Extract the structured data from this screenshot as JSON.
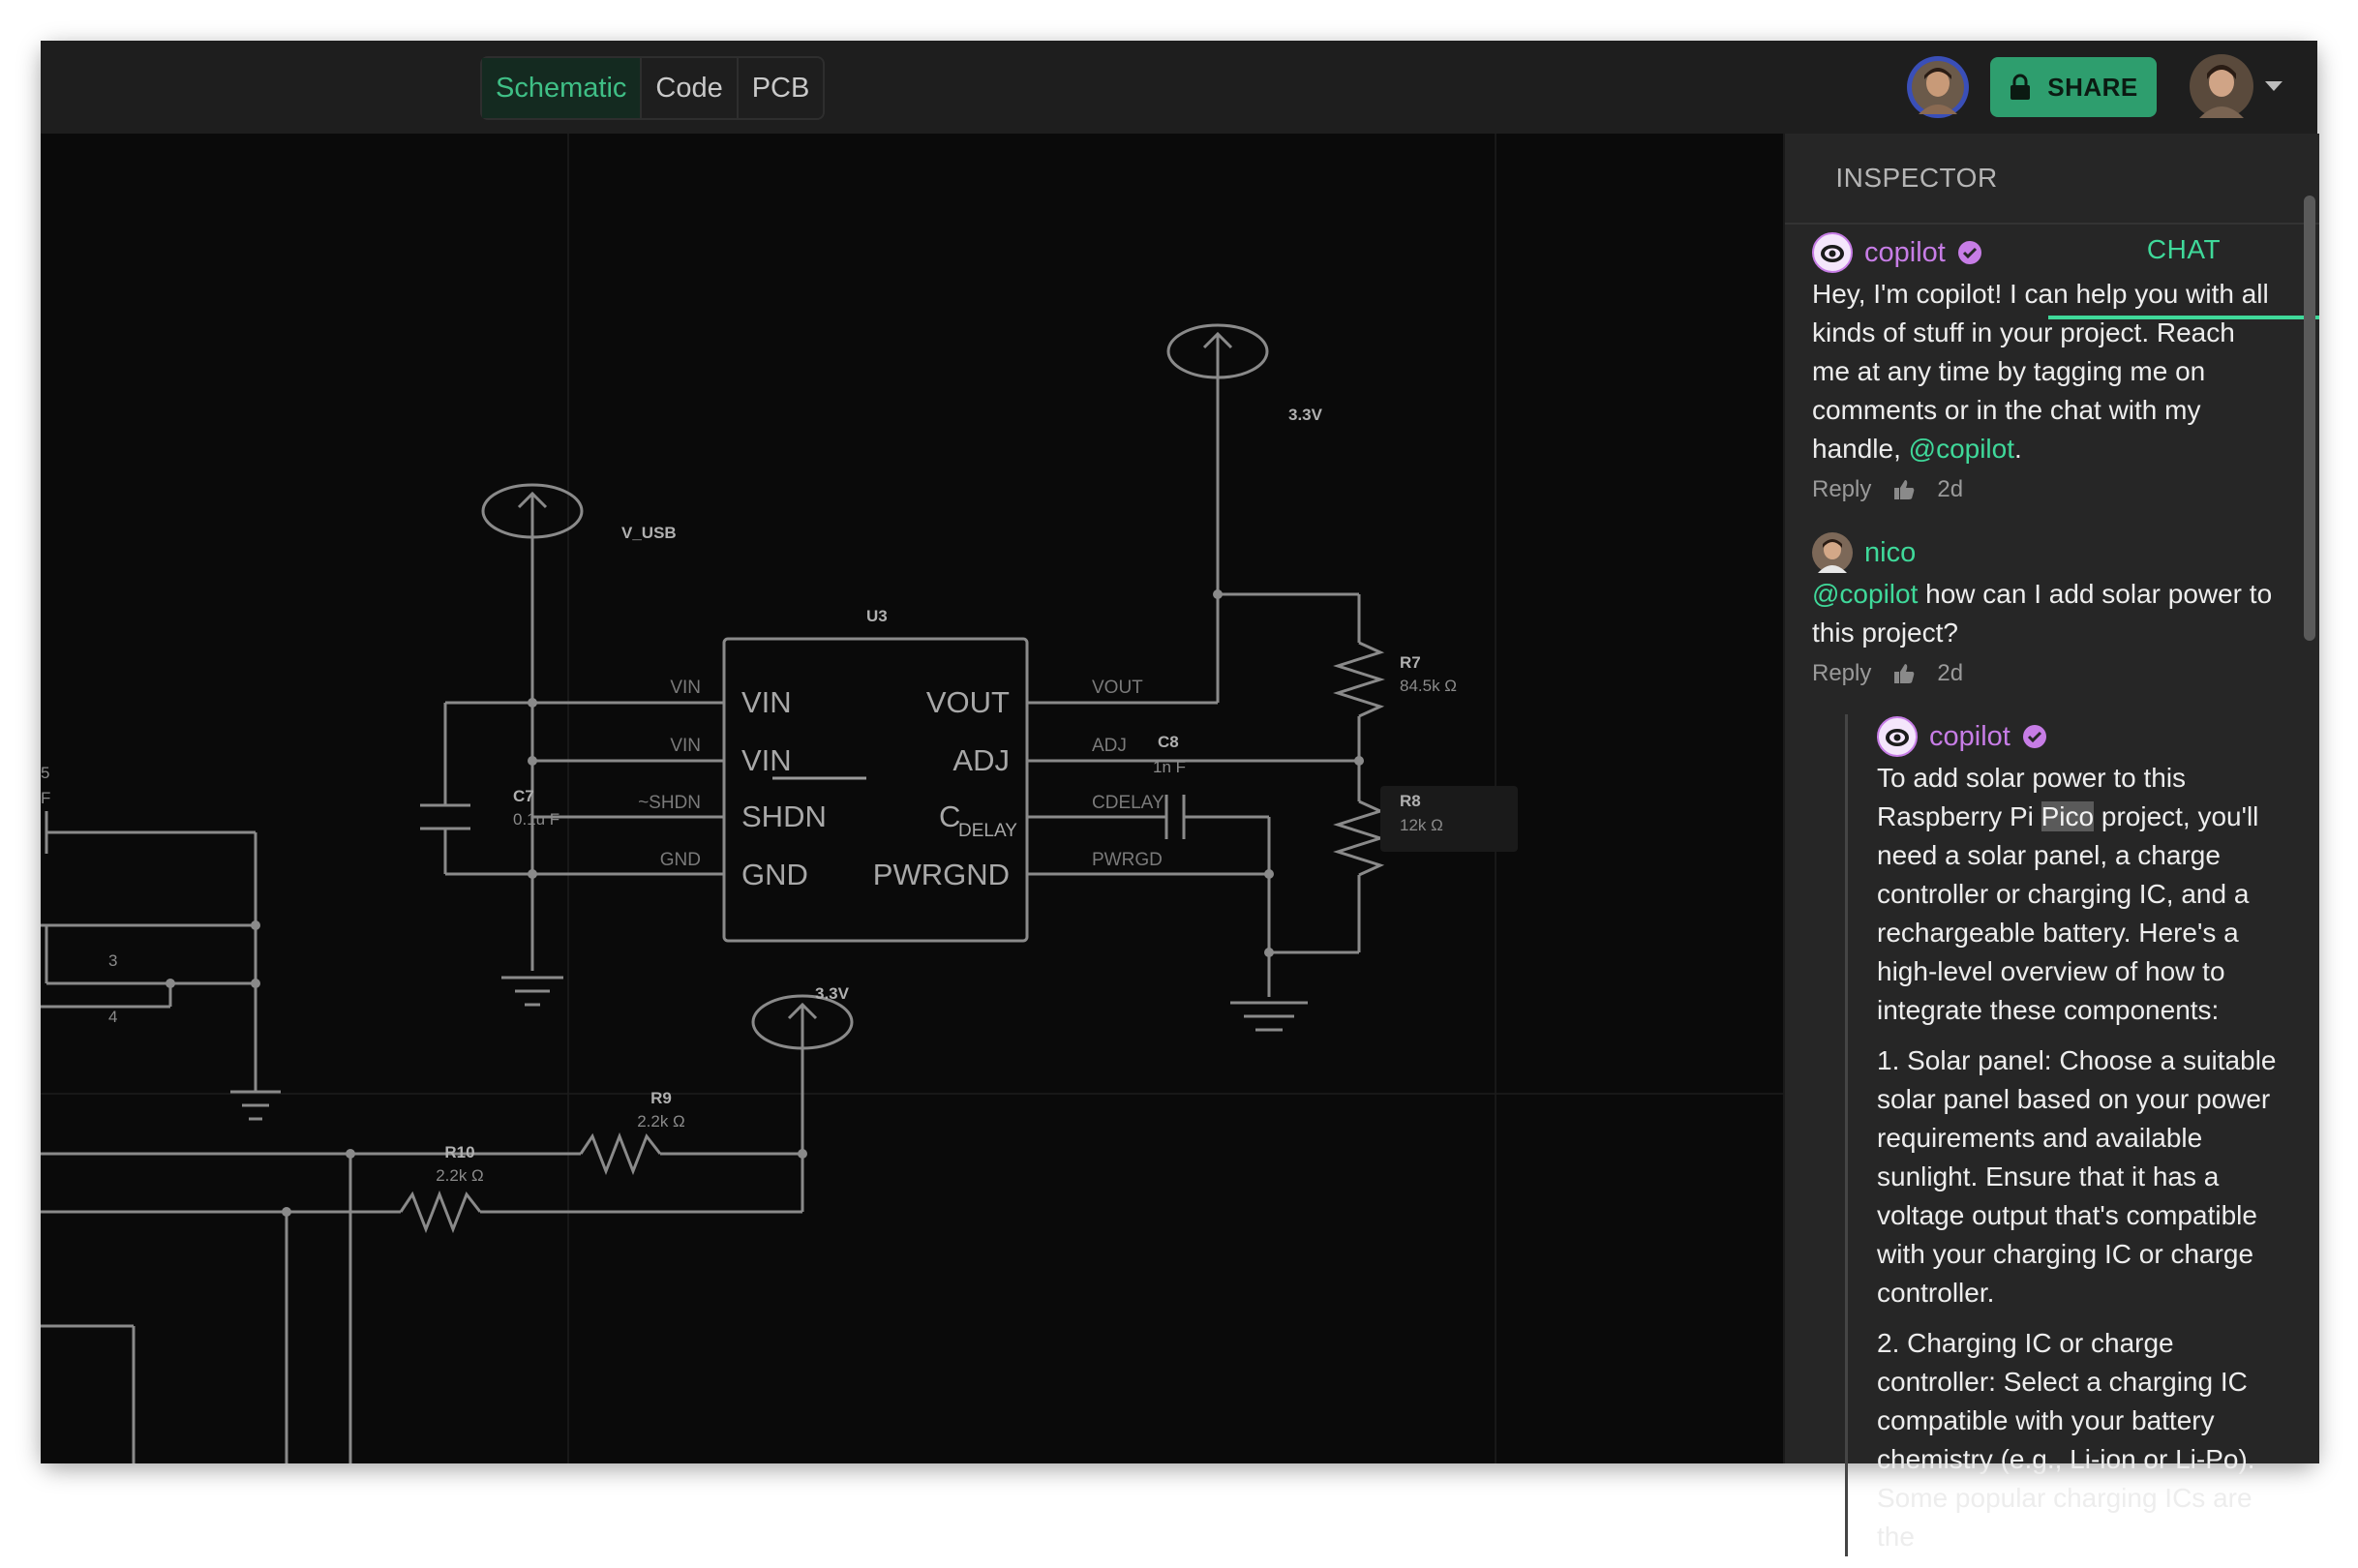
{
  "toolbar": {
    "tabs": [
      "Schematic",
      "Code",
      "PCB"
    ],
    "active_tab": "Schematic",
    "share_label": "SHARE"
  },
  "panel": {
    "tabs": {
      "inspector": "INSPECTOR",
      "chat": "CHAT"
    },
    "active_tab": "CHAT"
  },
  "chat": {
    "messages": [
      {
        "user": "copilot",
        "verified": true,
        "text_before": "Hey, I'm copilot! I can help you with all kinds of stuff in your project. Reach me at any time by tagging me on comments or in the chat with my handle, ",
        "mention": "@copilot",
        "text_after": ".",
        "reply_label": "Reply",
        "age": "2d"
      },
      {
        "user": "nico",
        "mention": "@copilot",
        "text": " how can I add solar power to this project?",
        "reply_label": "Reply",
        "age": "2d"
      }
    ],
    "thread_reply": {
      "user": "copilot",
      "verified": true,
      "intro_before": "To add solar power to this Raspberry Pi ",
      "intro_highlight": "Pico",
      "intro_after": " project, you'll need a solar panel, a charge controller or charging IC, and a rechargeable battery. Here's a high-level overview of how to integrate these components:",
      "point1": "1. Solar panel: Choose a suitable solar panel based on your power requirements and available sunlight. Ensure that it has a voltage output that's compatible with your charging IC or charge controller.",
      "point2": "2. Charging IC or charge controller: Select a charging IC compatible with your battery chemistry (e.g., Li-ion or Li-Po). Some popular charging ICs are the"
    }
  },
  "schematic": {
    "ic": {
      "ref": "U3",
      "pins_left": [
        "VIN",
        "VIN",
        "SHDN",
        "GND"
      ],
      "pins_right": [
        "VOUT",
        "ADJ",
        "C",
        "PWRGND"
      ],
      "pin_c_subscript": "DELAY"
    },
    "net_labels": {
      "vin1": "VIN",
      "vin2": "VIN",
      "shdn": "~SHDN",
      "gnd": "GND",
      "vout": "VOUT",
      "adj": "ADJ",
      "cdelay": "CDELAY",
      "pwrgd": "PWRGD"
    },
    "power": {
      "vusb": "V_USB",
      "v33_top": "3.3V",
      "v33_bottom": "3.3V"
    },
    "components": {
      "c7": {
        "ref": "C7",
        "value": "0.1u F"
      },
      "c8": {
        "ref": "C8",
        "value": "1n F"
      },
      "r7": {
        "ref": "R7",
        "value": "84.5k Ω"
      },
      "r8": {
        "ref": "R8",
        "value": "12k Ω"
      },
      "r9": {
        "ref": "R9",
        "value": "2.2k Ω"
      },
      "r10": {
        "ref": "R10",
        "value": "2.2k Ω"
      }
    },
    "left_partial": {
      "cap_ref": "5",
      "cap_value": "F",
      "pin3": "3",
      "pin4": "4"
    }
  },
  "colors": {
    "accent_green": "#3fd99a",
    "share_green": "#2e9e6e",
    "copilot_purple": "#c77de6",
    "wire": "#8a8a8a"
  }
}
